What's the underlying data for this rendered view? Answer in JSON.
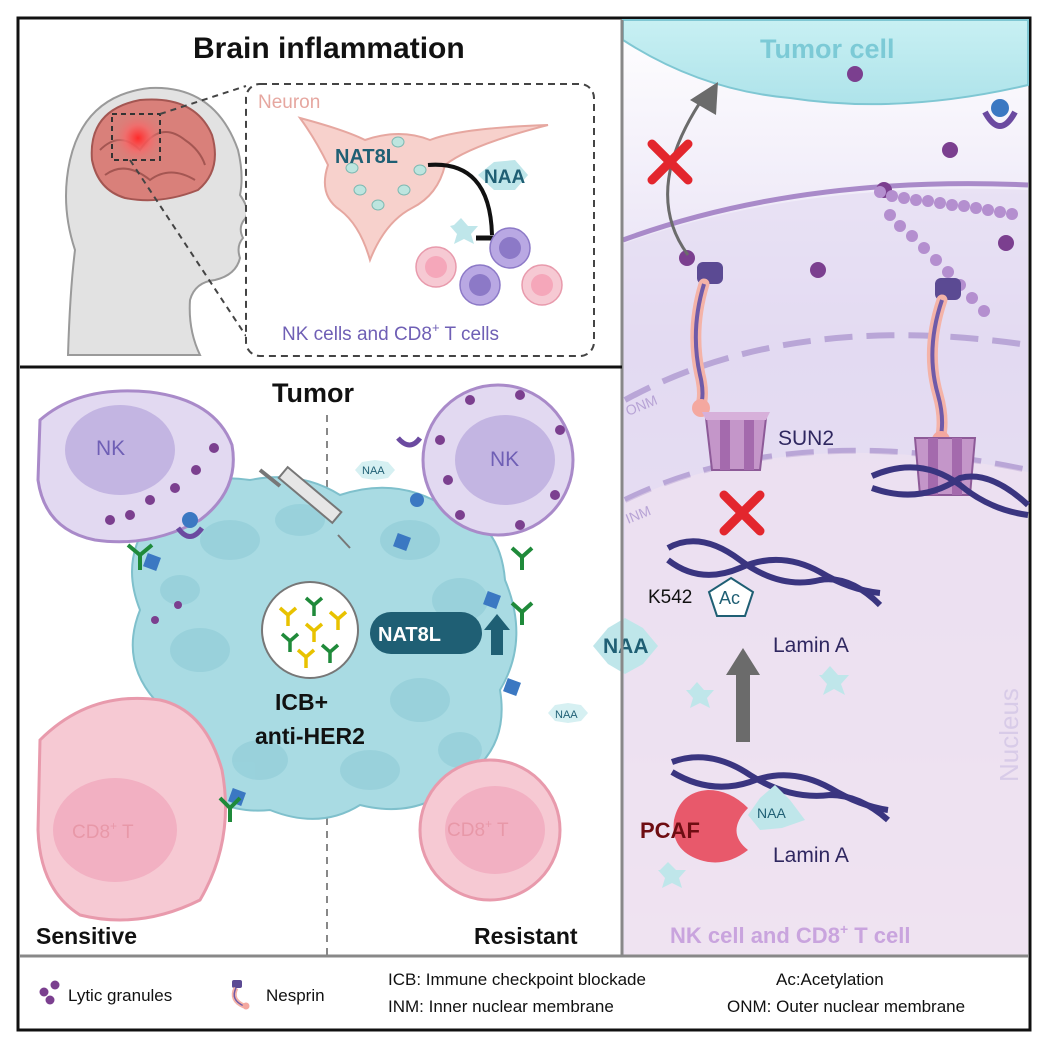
{
  "panels": {
    "brain": {
      "title": "Brain inflammation",
      "neuron_label": "Neuron",
      "enzyme_label": "NAT8L",
      "metabolite_label": "NAA",
      "target_cells_label": "NK cells and CD8",
      "target_cells_sup": "+",
      "target_cells_suffix": " T cells"
    },
    "tumor": {
      "title": "Tumor",
      "nk_left": "NK",
      "nk_right": "NK",
      "cd8_left": "CD8",
      "cd8_right": "CD8",
      "cd8_sup": "+",
      "cd8_suffix": " T",
      "naa_small_1": "NAA",
      "naa_small_2": "NAA",
      "naa_big": "NAA",
      "enzyme_label": "NAT8L",
      "treatment_line1": "ICB+",
      "treatment_line2": "anti-HER2",
      "sensitive": "Sensitive",
      "resistant": "Resistant"
    },
    "mechanism": {
      "tumor_cell_label": "Tumor cell",
      "onm": "ONM",
      "inm": "INM",
      "sun2": "SUN2",
      "k542": "K542",
      "ac": "Ac",
      "lamin_a_1": "Lamin A",
      "lamin_a_2": "Lamin A",
      "pcaf": "PCAF",
      "naa": "NAA",
      "nucleus": "Nucleus",
      "cell_label": "NK cell and CD8",
      "cell_sup": "+",
      "cell_suffix": " T cell"
    }
  },
  "legend": {
    "lytic": "Lytic granules",
    "nesprin": "Nesprin",
    "icb": "ICB: Immune checkpoint blockade",
    "ac": "Ac:Acetylation",
    "inm": "INM: Inner nuclear membrane",
    "onm": "ONM: Outer nuclear membrane"
  },
  "colors": {
    "teal_text": "#1f5f74",
    "tumor_fill": "#a9dbe3",
    "nk_fill": "#d9d0ef",
    "cd8_fill": "#f6c9d3",
    "purple_dark": "#5b4a93",
    "granule": "#7b3f8f",
    "red_x": "#e3262d",
    "arrow_gray": "#6b6b6b"
  }
}
